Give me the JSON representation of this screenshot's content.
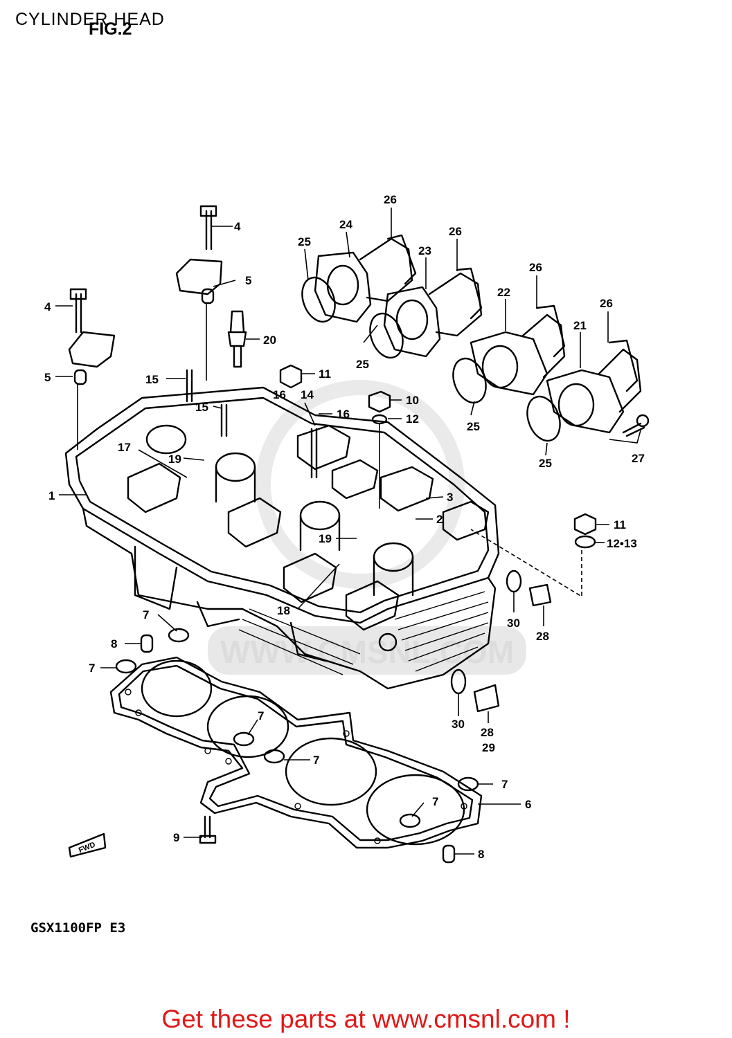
{
  "header": {
    "title": "CYLINDER HEAD",
    "figure": "FIG.2"
  },
  "diagram": {
    "model": "GSX1100FP E3",
    "fwd_label": "FWD",
    "watermark": "WWW.CMSNL.COM",
    "callouts": [
      {
        "id": "c1",
        "text": "1"
      },
      {
        "id": "c2",
        "text": "2"
      },
      {
        "id": "c3",
        "text": "3"
      },
      {
        "id": "c4a",
        "text": "4"
      },
      {
        "id": "c4b",
        "text": "4"
      },
      {
        "id": "c5a",
        "text": "5"
      },
      {
        "id": "c5b",
        "text": "5"
      },
      {
        "id": "c6",
        "text": "6"
      },
      {
        "id": "c7a",
        "text": "7"
      },
      {
        "id": "c7b",
        "text": "7"
      },
      {
        "id": "c7c",
        "text": "7"
      },
      {
        "id": "c7d",
        "text": "7"
      },
      {
        "id": "c7e",
        "text": "7"
      },
      {
        "id": "c7f",
        "text": "7"
      },
      {
        "id": "c8a",
        "text": "8"
      },
      {
        "id": "c8b",
        "text": "8"
      },
      {
        "id": "c9",
        "text": "9"
      },
      {
        "id": "c10",
        "text": "10"
      },
      {
        "id": "c11a",
        "text": "11"
      },
      {
        "id": "c11b",
        "text": "11"
      },
      {
        "id": "c12a",
        "text": "12"
      },
      {
        "id": "c12b",
        "text": "12•13"
      },
      {
        "id": "c14",
        "text": "14"
      },
      {
        "id": "c15a",
        "text": "15"
      },
      {
        "id": "c15b",
        "text": "15"
      },
      {
        "id": "c16a",
        "text": "16"
      },
      {
        "id": "c16b",
        "text": "16"
      },
      {
        "id": "c17",
        "text": "17"
      },
      {
        "id": "c18",
        "text": "18"
      },
      {
        "id": "c19a",
        "text": "19"
      },
      {
        "id": "c19b",
        "text": "19"
      },
      {
        "id": "c20",
        "text": "20"
      },
      {
        "id": "c21",
        "text": "21"
      },
      {
        "id": "c22",
        "text": "22"
      },
      {
        "id": "c23",
        "text": "23"
      },
      {
        "id": "c24",
        "text": "24"
      },
      {
        "id": "c25a",
        "text": "25"
      },
      {
        "id": "c25b",
        "text": "25"
      },
      {
        "id": "c25c",
        "text": "25"
      },
      {
        "id": "c25d",
        "text": "25"
      },
      {
        "id": "c26a",
        "text": "26"
      },
      {
        "id": "c26b",
        "text": "26"
      },
      {
        "id": "c26c",
        "text": "26"
      },
      {
        "id": "c26d",
        "text": "26"
      },
      {
        "id": "c27",
        "text": "27"
      },
      {
        "id": "c28a",
        "text": "28"
      },
      {
        "id": "c28b",
        "text": "28"
      },
      {
        "id": "c29",
        "text": "29"
      },
      {
        "id": "c30a",
        "text": "30"
      },
      {
        "id": "c30b",
        "text": "30"
      }
    ]
  },
  "footer": {
    "cta": "Get these parts at www.cmsnl.com !",
    "color": "#e11818"
  }
}
